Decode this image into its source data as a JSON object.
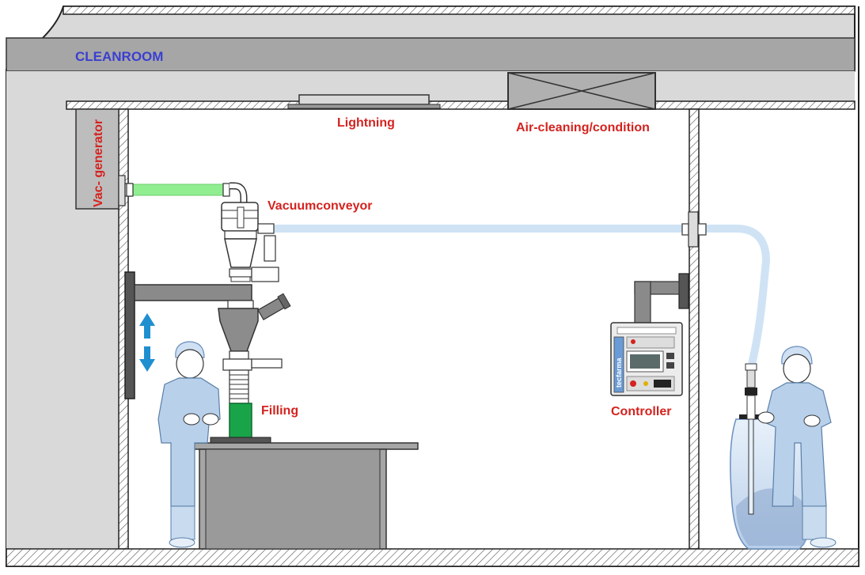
{
  "labels": {
    "cleanroom": "CLEANROOM",
    "lightning": "Lightning",
    "air": "Air-cleaning/condition",
    "vac_generator": "Vac- generator",
    "vacuumconveyor": "Vacuumconveyor",
    "filling": "Filling",
    "controller": "Controller"
  },
  "controller_brand": "tecfarma",
  "colors": {
    "label_red": "#d4231f",
    "label_blue": "#3a3fd0",
    "vacuum_line_green": "#90ee90",
    "hose_blue": "#cfe3f5",
    "wall_gray": "#d9d9d9",
    "arrow_blue": "#1f8fd0",
    "filling_container_green": "#1aa44a",
    "garment_blue": "#b8d0ea"
  },
  "icons": {
    "movement_arrow": "up-down-arrow-icon"
  }
}
